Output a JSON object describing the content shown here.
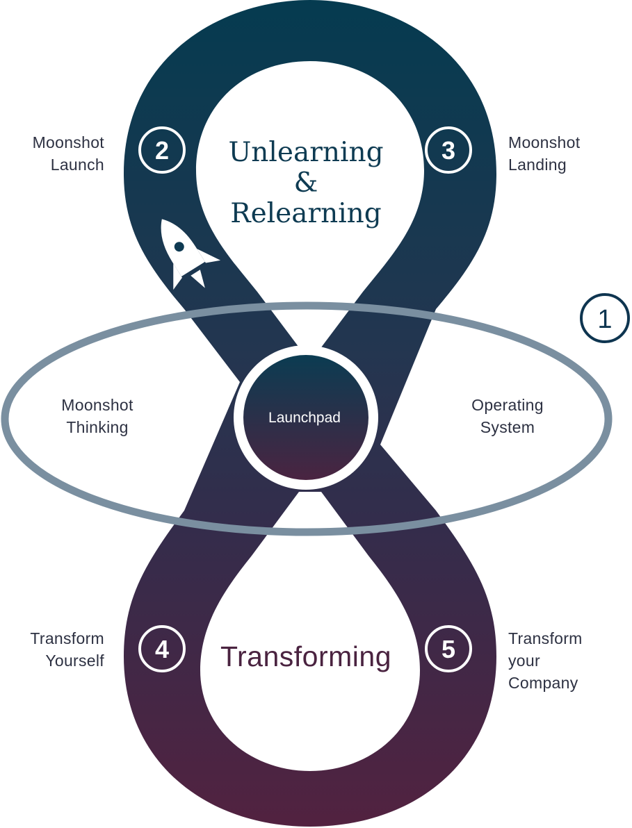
{
  "diagram": {
    "top_title": {
      "line1": "Unlearning",
      "line2": "&",
      "line3": "Relearning"
    },
    "bottom_title": "Transforming",
    "hub_label": "Launchpad",
    "ring_step": "1",
    "steps": [
      {
        "number": "2",
        "label_line1": "Moonshot",
        "label_line2": "Launch"
      },
      {
        "number": "3",
        "label_line1": "Moonshot",
        "label_line2": "Landing"
      },
      {
        "number": "4",
        "label_line1": "Transform",
        "label_line2": "Yourself"
      },
      {
        "number": "5",
        "label_line1": "Transform",
        "label_line2": "your",
        "label_line3": "Company"
      }
    ],
    "ring_labels": {
      "left_line1": "Moonshot",
      "left_line2": "Thinking",
      "right_line1": "Operating",
      "right_line2": "System"
    },
    "icons": [
      "rocket-icon"
    ],
    "colors": {
      "teal": "#073a4f",
      "plum": "#4f2443",
      "ring": "#7a8fa0",
      "text": "#2d3142"
    }
  }
}
